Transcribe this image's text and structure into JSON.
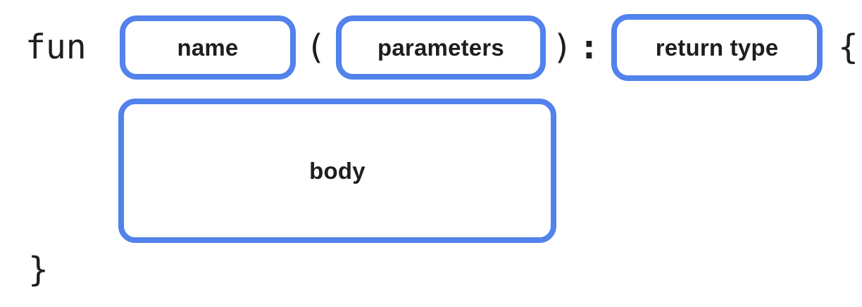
{
  "colors": {
    "slot_border": "#5282EC",
    "text": "#1E1E1E",
    "background": "#FFFFFF"
  },
  "syntax": {
    "keyword": "fun",
    "open_paren": "(",
    "close_paren": ")",
    "colon": ":",
    "open_brace": "{",
    "close_brace": "}"
  },
  "slots": {
    "name": "name",
    "parameters": "parameters",
    "return_type": "return type",
    "body": "body"
  }
}
